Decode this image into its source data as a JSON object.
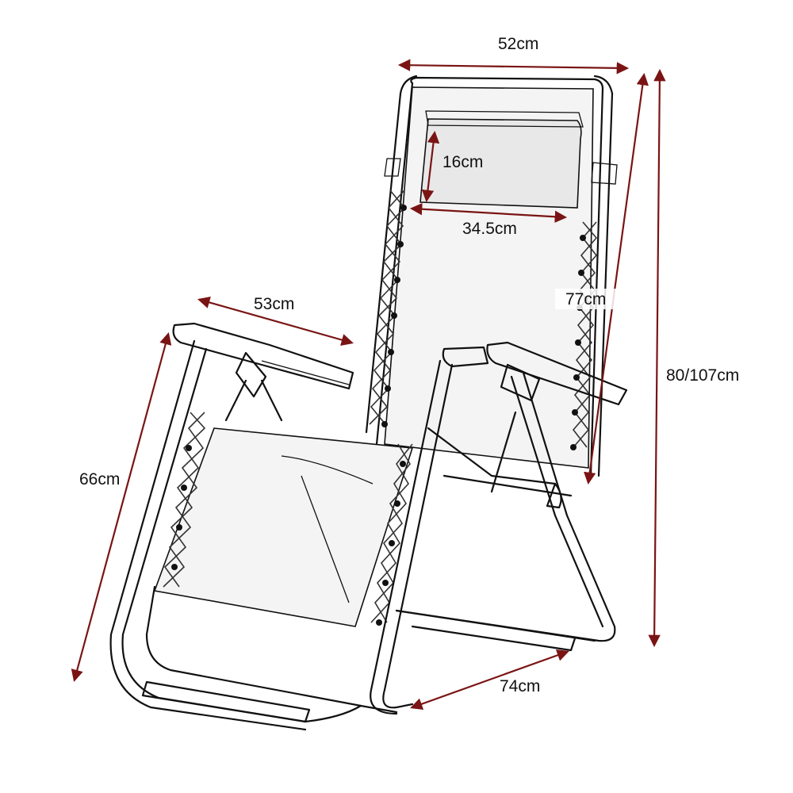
{
  "dimensions": {
    "width_top": "52cm",
    "headrest_height": "16cm",
    "headrest_width": "34.5cm",
    "back_length": "77cm",
    "total_height": "80/107cm",
    "armrest_length": "53cm",
    "seat_length": "66cm",
    "depth": "74cm"
  },
  "colors": {
    "dimension_arrow": "#7a1414",
    "line_art": "#111111"
  }
}
